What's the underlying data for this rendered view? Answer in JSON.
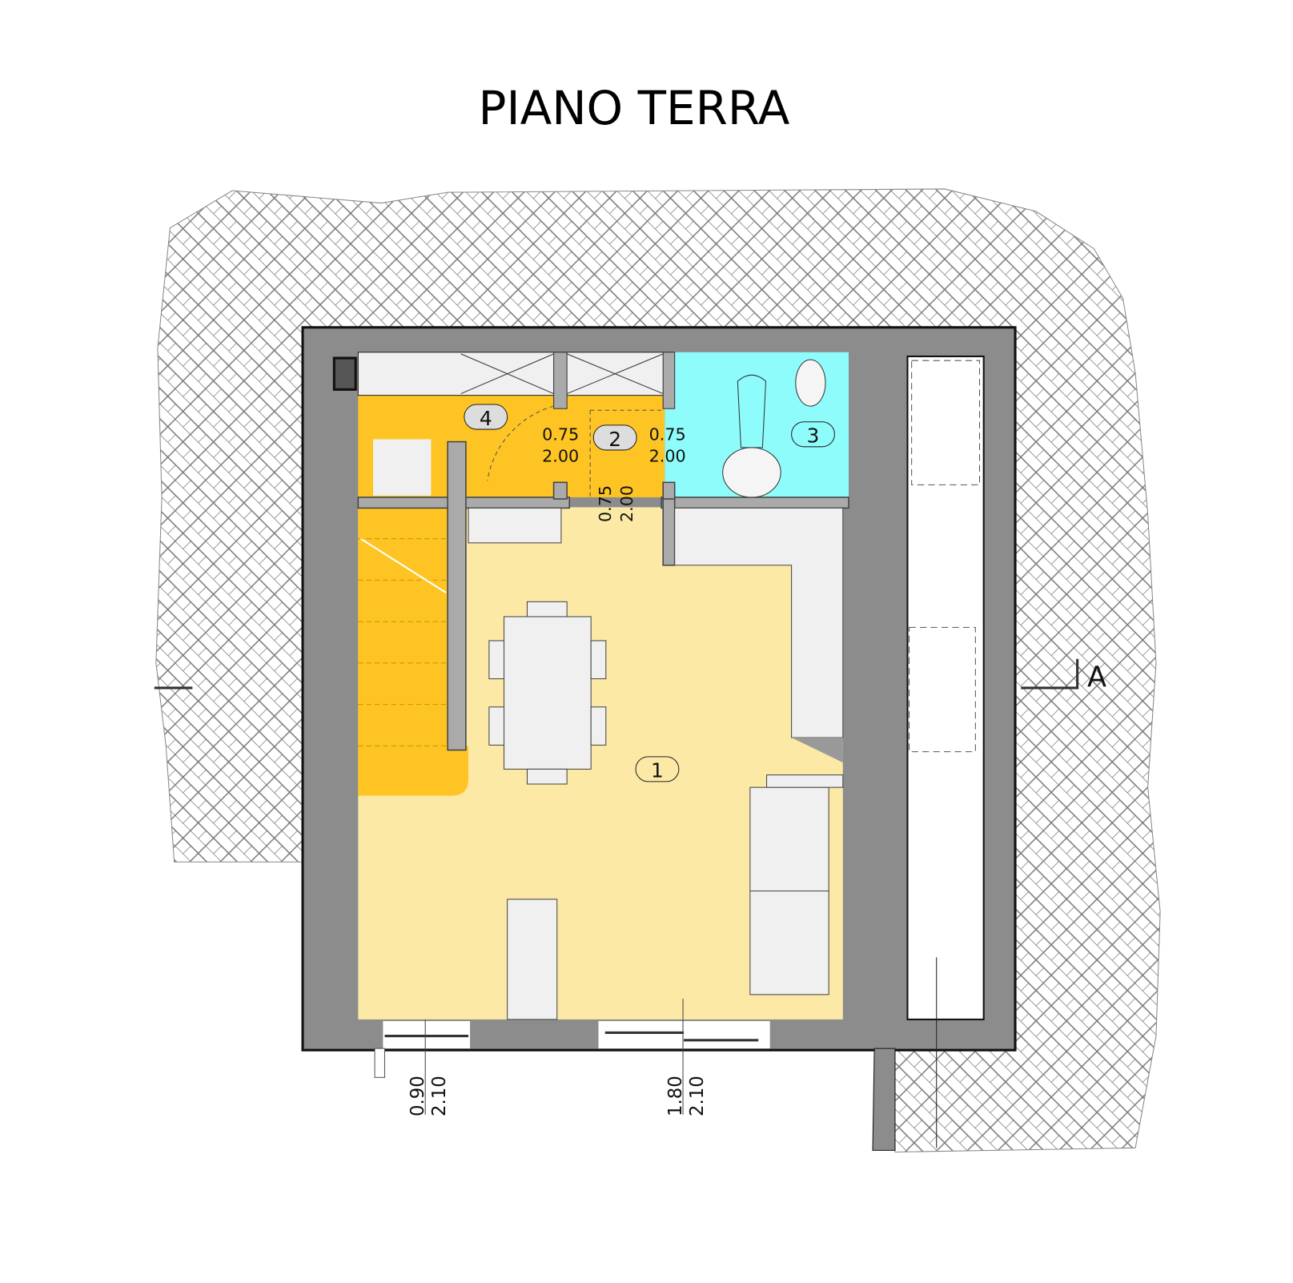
{
  "title": "PIANO TERRA",
  "rooms": [
    {
      "number": "1",
      "label": "1",
      "color": "#fce9a6"
    },
    {
      "number": "2",
      "label": "2",
      "color": "#fdc423"
    },
    {
      "number": "3",
      "label": "3",
      "color": "#8ffcfc"
    },
    {
      "number": "4",
      "label": "4",
      "color": "#fdc423"
    }
  ],
  "doors": [
    {
      "width": "0.75",
      "height": "2.00"
    },
    {
      "width": "0.75",
      "height": "2.00"
    },
    {
      "width": "0.75",
      "height": "2.00"
    }
  ],
  "openings": [
    {
      "width": "0.90",
      "height": "2.10"
    },
    {
      "width": "1.80",
      "height": "2.10"
    }
  ],
  "section_marker": "A",
  "colors": {
    "wall": "#8c8c8c",
    "ground_hatch": "#6a6a6a",
    "furniture": "#f0f0f0"
  }
}
